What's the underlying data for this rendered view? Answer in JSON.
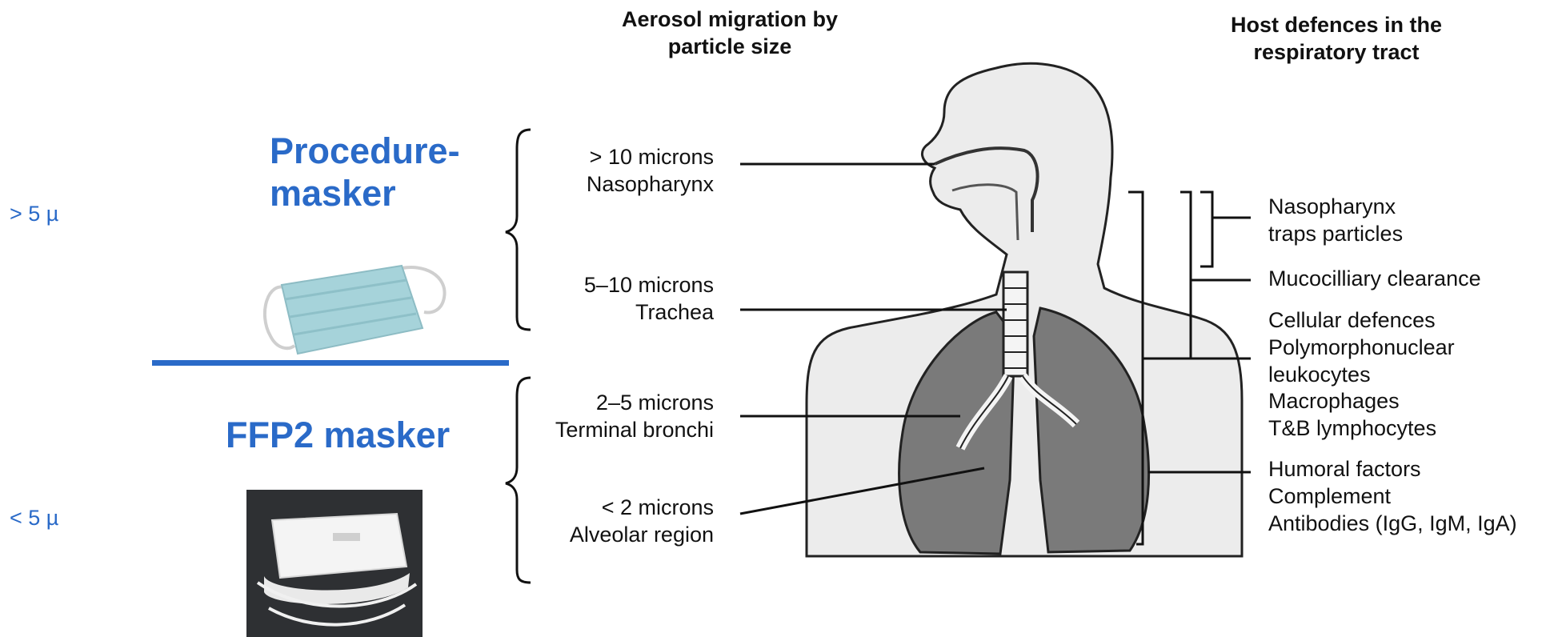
{
  "size_labels": {
    "large": "> 5 µ",
    "small": "< 5 µ"
  },
  "masks": {
    "procedure_title": "Procedure-\nmasker",
    "ffp2_title": "FFP2 masker"
  },
  "columns": {
    "migration_title": "Aerosol migration by particle size",
    "defences_title": "Host defences in the respiratory tract"
  },
  "particles": [
    {
      "size": "> 10 microns",
      "region": "Nasopharynx"
    },
    {
      "size": "5–10 microns",
      "region": "Trachea"
    },
    {
      "size": "2–5 microns",
      "region": "Terminal bronchi"
    },
    {
      "size": "< 2 microns",
      "region": "Alveolar region"
    }
  ],
  "defences": {
    "nasopharynx": [
      "Nasopharynx",
      "traps particles"
    ],
    "mucociliary": [
      "Mucocilliary clearance"
    ],
    "cellular": [
      "Cellular defences",
      "Polymorphonuclear",
      "leukocytes",
      "Macrophages",
      "T&B lymphocytes"
    ],
    "humoral": [
      "Humoral factors",
      "Complement",
      "Antibodies (IgG, IgM, IgA)"
    ]
  },
  "colors": {
    "accent_blue": "#2a6ac8",
    "lung_fill": "#7a7a7a",
    "body_fill": "#ececec"
  }
}
